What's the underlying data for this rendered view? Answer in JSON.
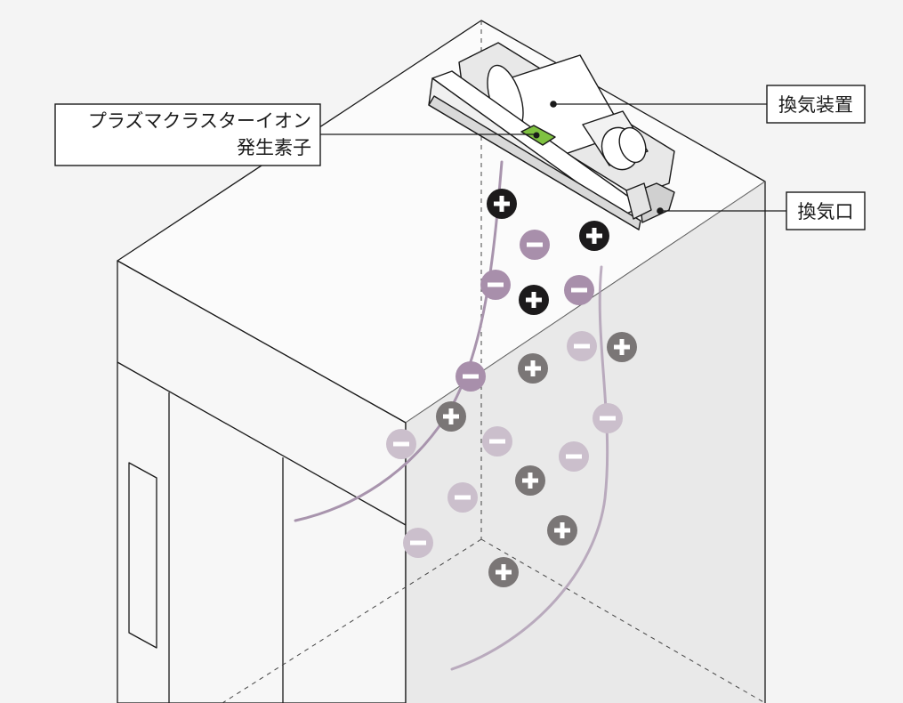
{
  "labels": {
    "ventilation_device": "換気装置",
    "vent_opening": "換気口",
    "ion_element_line1": "プラズマクラスターイオン",
    "ion_element_line2": "発生素子"
  },
  "colors": {
    "background": "#f4f4f4",
    "positive_ion_dark": "#1c1a1b",
    "positive_ion_gray": "#7a7676",
    "negative_ion": "#a88fab",
    "negative_ion_light": "#cbbfcc",
    "air_flow": "#a894ad",
    "element_green": "#7fc241",
    "outline": "#1a1a1a"
  },
  "ions": [
    {
      "charge": "+",
      "tone": "dark"
    },
    {
      "charge": "+",
      "tone": "dark"
    },
    {
      "charge": "+",
      "tone": "dark"
    },
    {
      "charge": "-",
      "tone": "mid"
    },
    {
      "charge": "-",
      "tone": "mid"
    },
    {
      "charge": "-",
      "tone": "mid"
    },
    {
      "charge": "-",
      "tone": "mid"
    },
    {
      "charge": "-",
      "tone": "light"
    },
    {
      "charge": "+",
      "tone": "gray"
    },
    {
      "charge": "+",
      "tone": "gray"
    },
    {
      "charge": "+",
      "tone": "gray"
    },
    {
      "charge": "-",
      "tone": "light"
    },
    {
      "charge": "-",
      "tone": "light"
    },
    {
      "charge": "-",
      "tone": "light"
    },
    {
      "charge": "-",
      "tone": "light"
    },
    {
      "charge": "-",
      "tone": "light"
    },
    {
      "charge": "+",
      "tone": "gray"
    },
    {
      "charge": "+",
      "tone": "gray"
    },
    {
      "charge": "+",
      "tone": "gray"
    },
    {
      "charge": "-",
      "tone": "light"
    }
  ]
}
